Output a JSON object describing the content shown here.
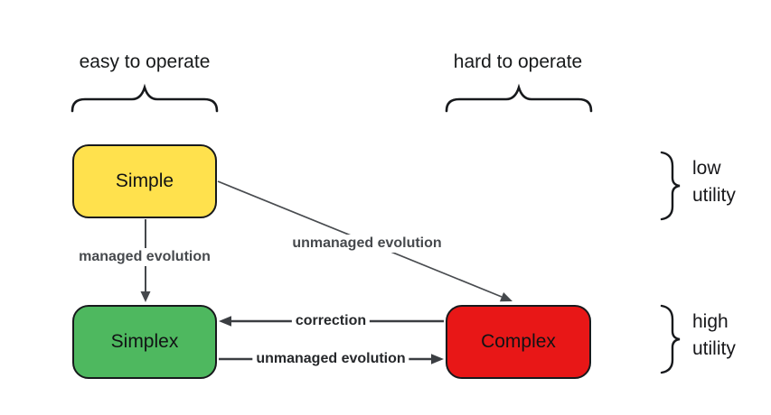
{
  "diagram": {
    "group_labels": {
      "left": "easy to operate",
      "right": "hard to operate"
    },
    "nodes": {
      "simple": {
        "label": "Simple",
        "fill": "#FFE14D"
      },
      "simplex": {
        "label": "Simplex",
        "fill": "#4EB85F"
      },
      "complex": {
        "label": "Complex",
        "fill": "#E81717"
      }
    },
    "edges": {
      "managed_evolution": {
        "label": "managed evolution",
        "from": "Simple",
        "to": "Simplex"
      },
      "unmanaged_evolution_diagonal": {
        "label": "unmanaged evolution",
        "from": "Simple",
        "to": "Complex"
      },
      "correction": {
        "label": "correction",
        "from": "Complex",
        "to": "Simplex"
      },
      "unmanaged_evolution_bottom": {
        "label": "unmanaged evolution",
        "from": "Simplex",
        "to": "Complex"
      }
    },
    "utility_labels": {
      "low": "low utility",
      "high": "high utility"
    },
    "colors": {
      "node_border": "#17191c",
      "arrow": "#45484c",
      "brace": "#17191c",
      "edge_label_gray": "#46494d",
      "edge_label_dark": "#26282b",
      "heading_text": "#17191a",
      "background": "#ffffff"
    }
  }
}
